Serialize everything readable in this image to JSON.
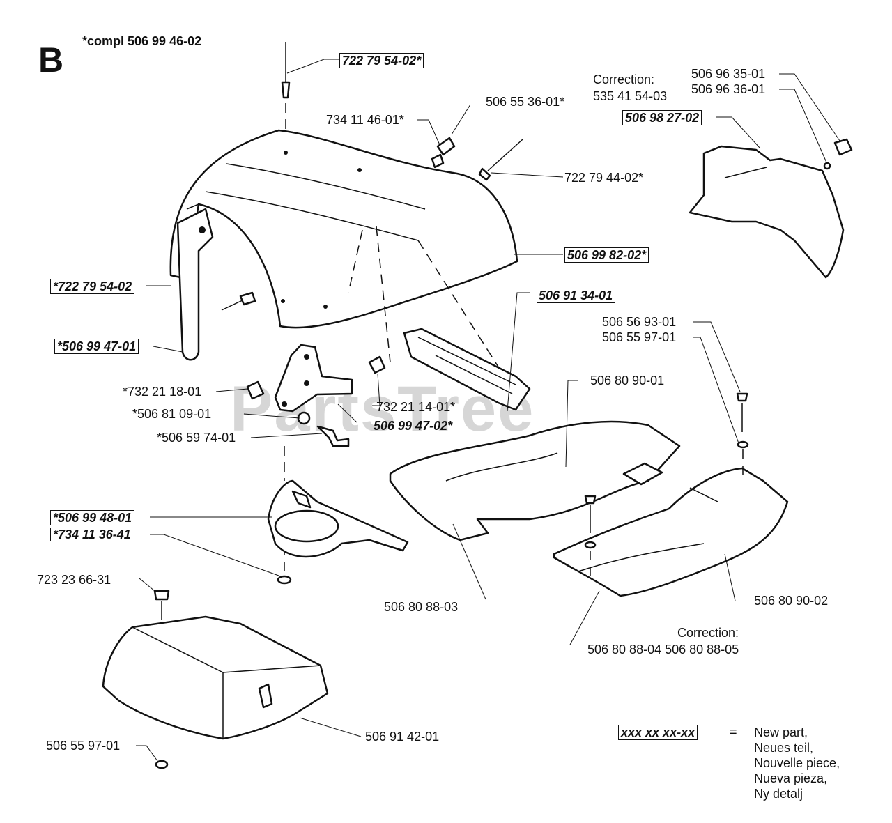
{
  "section_letter": "B",
  "compl_note": "*compl 506 99 46-02",
  "watermark": "PartsTree",
  "labels": {
    "l01": "722 79 54-02*",
    "l02": "506 55 36-01*",
    "l03": "734 11 46-01*",
    "l04": "722 79 44-02*",
    "l05": "506 99 82-02*",
    "l06": "*722 79 54-02",
    "l07": "*506 99 47-01",
    "l08": "506 91 34-01",
    "l09": "*732 21 18-01",
    "l10": "*506 81 09-01",
    "l11": "*506 59 74-01",
    "l12": "732 21 14-01*",
    "l13": "506 99 47-02*",
    "l14": "506 80 90-01",
    "l15": "506 56 93-01",
    "l16": "506 55 97-01",
    "l17": "*506 99 48-01",
    "l18": "*734 11 36-41",
    "l19": "723 23 66-31",
    "l20": "506 80 88-03",
    "l21": "506 80 90-02",
    "l22": "506 91 42-01",
    "l23": "506 55 97-01",
    "l24": "506 96 35-01",
    "l25": "506 96 36-01",
    "l26": "506 98 27-02",
    "l27": "535 41 54-03",
    "l28": "506 80 88-04 506 80 88-05"
  },
  "corrections": {
    "c1": "Correction:",
    "c2": "Correction:"
  },
  "legend": {
    "code": "xxx xx xx-xx",
    "equals": "=",
    "lines": [
      "New part,",
      "Neues teil,",
      "Nouvelle piece,",
      "Nueva pieza,",
      "Ny detalj"
    ]
  }
}
